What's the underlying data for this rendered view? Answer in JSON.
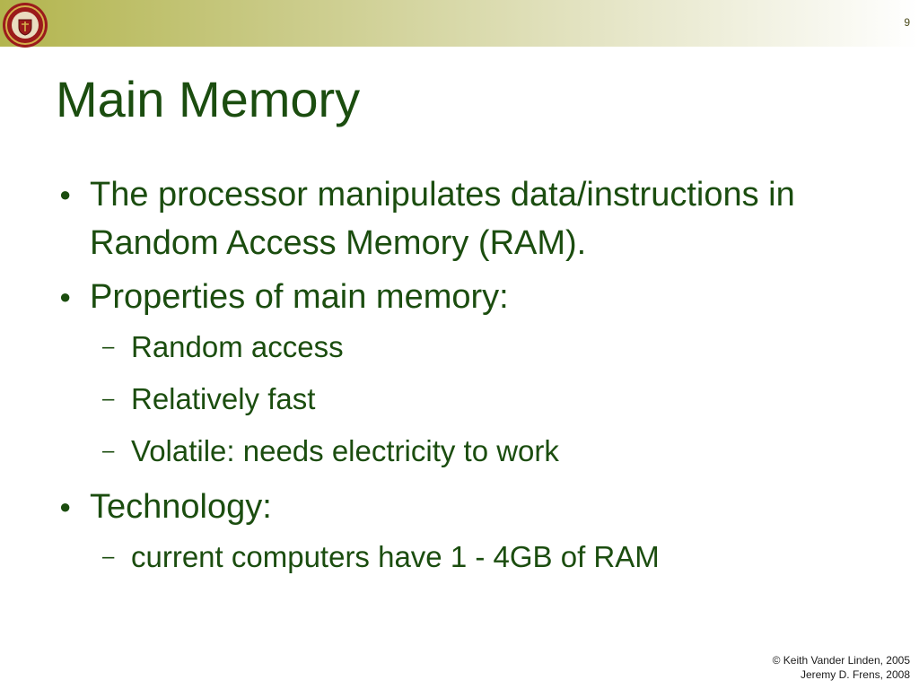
{
  "slide": {
    "number": "9",
    "title": "Main Memory",
    "bullets": [
      {
        "text": "The processor manipulates data/instructions in Random Access Memory (RAM).",
        "subs": []
      },
      {
        "text": "Properties of main memory:",
        "subs": [
          "Random access",
          "Relatively fast",
          "Volatile: needs electricity to work"
        ]
      },
      {
        "text": "Technology:",
        "subs": [
          "current computers have 1 - 4GB of RAM"
        ]
      }
    ],
    "copyright_line1": "© Keith Vander Linden, 2005",
    "copyright_line2": "Jeremy D. Frens, 2008"
  },
  "icons": {
    "bullet": "bullet-dot-icon",
    "sub_bullet": "dash-icon",
    "seal": "college-seal-icon"
  },
  "colors": {
    "text": "#1b4d0f",
    "band_start": "#b3b54e",
    "seal_red": "#9b1b1b",
    "seal_gold": "#d4b04a"
  }
}
